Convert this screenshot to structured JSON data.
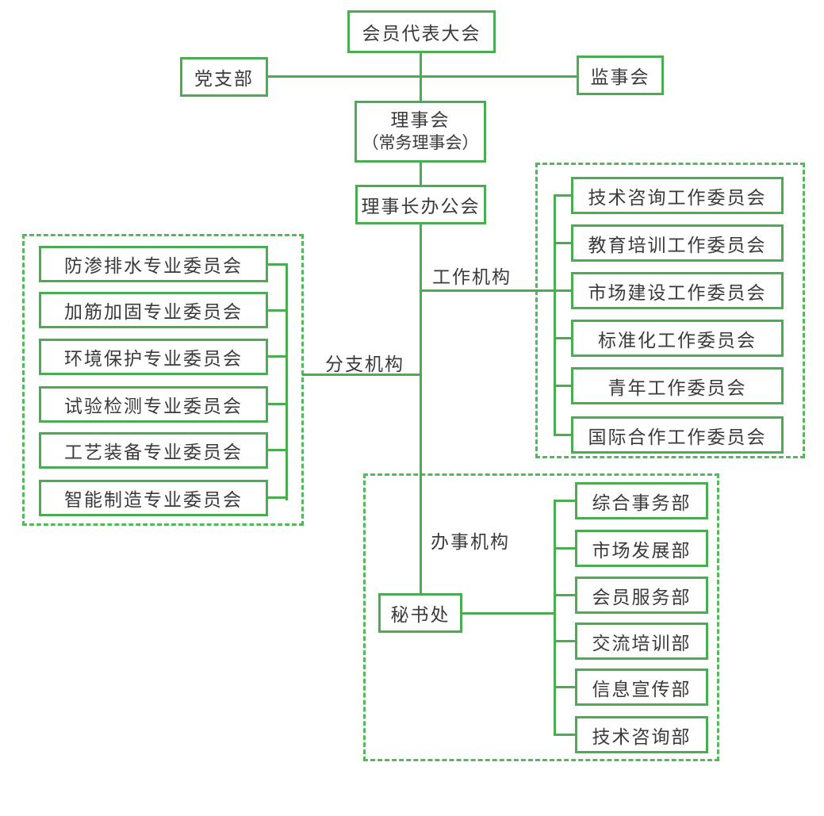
{
  "colors": {
    "solid_green": "#4aad52",
    "dash_green": "#55b95c",
    "text": "#3a3a3a",
    "background": "#ffffff"
  },
  "org": {
    "root": "会员代表大会",
    "party_branch": "党支部",
    "supervisors": "监事会",
    "council_line1": "理事会",
    "council_line2": "（常务理事会）",
    "chairman_office": "理事长办公会",
    "branch_label": "分支机构",
    "working_label": "工作机构",
    "admin_label": "办事机构",
    "secretariat": "秘书处",
    "branch_committees": [
      "防渗排水专业委员会",
      "加筋加固专业委员会",
      "环境保护专业委员会",
      "试验检测专业委员会",
      "工艺装备专业委员会",
      "智能制造专业委员会"
    ],
    "working_committees": [
      "技术咨询工作委员会",
      "教育培训工作委员会",
      "市场建设工作委员会",
      "标准化工作委员会",
      "青年工作委员会",
      "国际合作工作委员会"
    ],
    "departments": [
      "综合事务部",
      "市场发展部",
      "会员服务部",
      "交流培训部",
      "信息宣传部",
      "技术咨询部"
    ]
  }
}
